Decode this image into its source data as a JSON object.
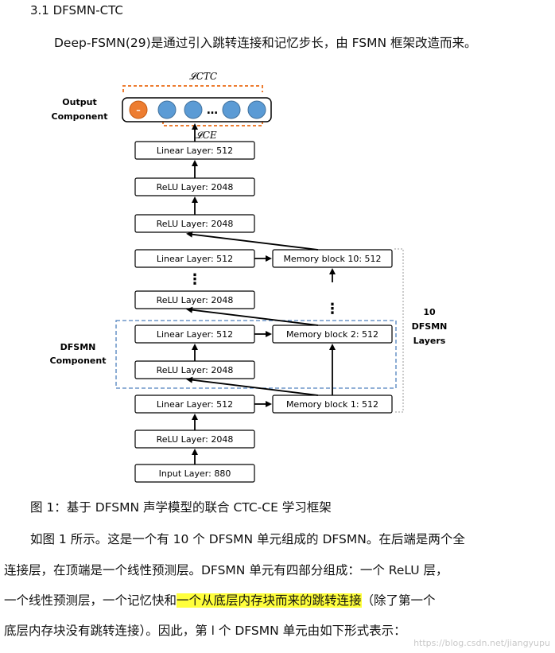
{
  "heading": "3.1 DFSMN-CTC",
  "intro": "Deep-FSMN(29)是通过引入跳转连接和记忆步长，由 FSMN 框架改造而来。",
  "figure": {
    "loss_ctc": "𝓛CTC",
    "loss_ce": "𝓛CE",
    "output_label_1": "Output",
    "output_label_2": "Component",
    "output_node_symbol": "–",
    "output_ellipsis": "…",
    "layers": {
      "linear_top": "Linear Layer: 512",
      "relu_top1": "ReLU Layer: 2048",
      "relu_top2": "ReLU Layer: 2048",
      "linear10": "Linear Layer: 512",
      "relu9": "ReLU Layer: 2048",
      "linear2": "Linear Layer: 512",
      "relu1": "ReLU Layer: 2048",
      "linear1": "Linear Layer: 512",
      "relu0": "ReLU Layer: 2048",
      "input": "Input Layer: 880"
    },
    "memory": {
      "m10": "Memory block 10: 512",
      "m2": "Memory block 2: 512",
      "m1": "Memory block 1: 512"
    },
    "dfsmn_label_1": "DFSMN",
    "dfsmn_label_2": "Component",
    "layers_count_1": "10",
    "layers_count_2": "DFSMN",
    "layers_count_3": "Layers",
    "vdots": "⋮"
  },
  "caption": "图 1：基于 DFSMN 声学模型的联合 CTC-CE 学习框架",
  "paragraph": {
    "line1": "如图 1 所示。这是一个有 10 个 DFSMN 单元组成的 DFSMN。在后端是两个全",
    "line2": "连接层，在顶端是一个线性预测层。DFSMN 单元有四部分组成：一个 ReLU 层，",
    "line3_a": "一个线性预测层，一个记忆快和",
    "line3_hl": "一个从底层内存块而来的跳转连接",
    "line3_b": "（除了第一个",
    "line4": "底层内存块没有跳转连接）。因此，第 l 个 DFSMN 单元由如下形式表示："
  },
  "watermark": "https://blog.csdn.net/jiangyupu",
  "colors": {
    "orange": "#ed7d31",
    "blue": "#5b9bd5",
    "dashed_blue": "#4f81bd",
    "highlight": "#ffff3c"
  }
}
